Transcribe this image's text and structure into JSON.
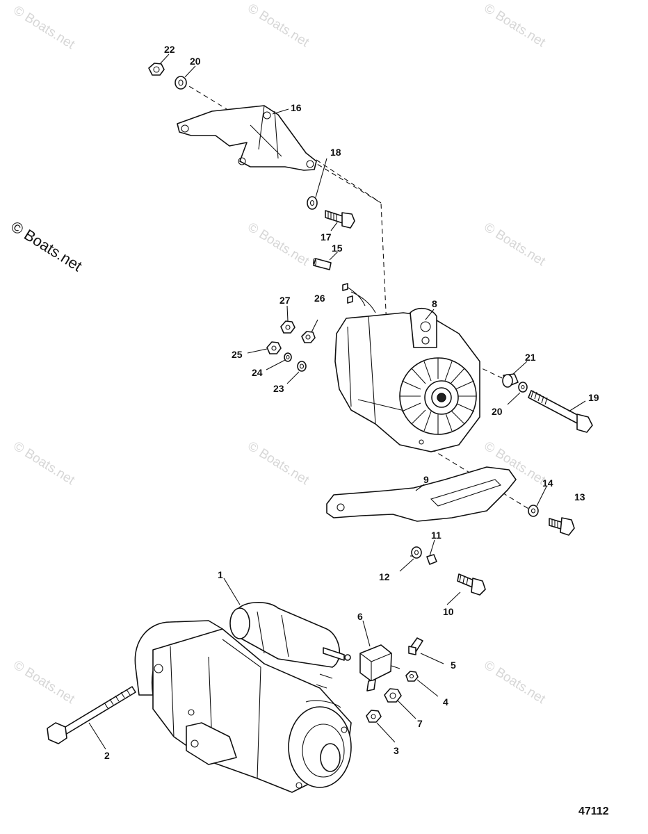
{
  "diagram_number": "47112",
  "watermark": "© Boats.net",
  "callouts": [
    "1",
    "2",
    "3",
    "4",
    "5",
    "6",
    "7",
    "8",
    "9",
    "10",
    "11",
    "12",
    "13",
    "14",
    "15",
    "16",
    "17",
    "18",
    "19",
    "20",
    "20",
    "21",
    "22",
    "23",
    "24",
    "25",
    "26",
    "27"
  ]
}
